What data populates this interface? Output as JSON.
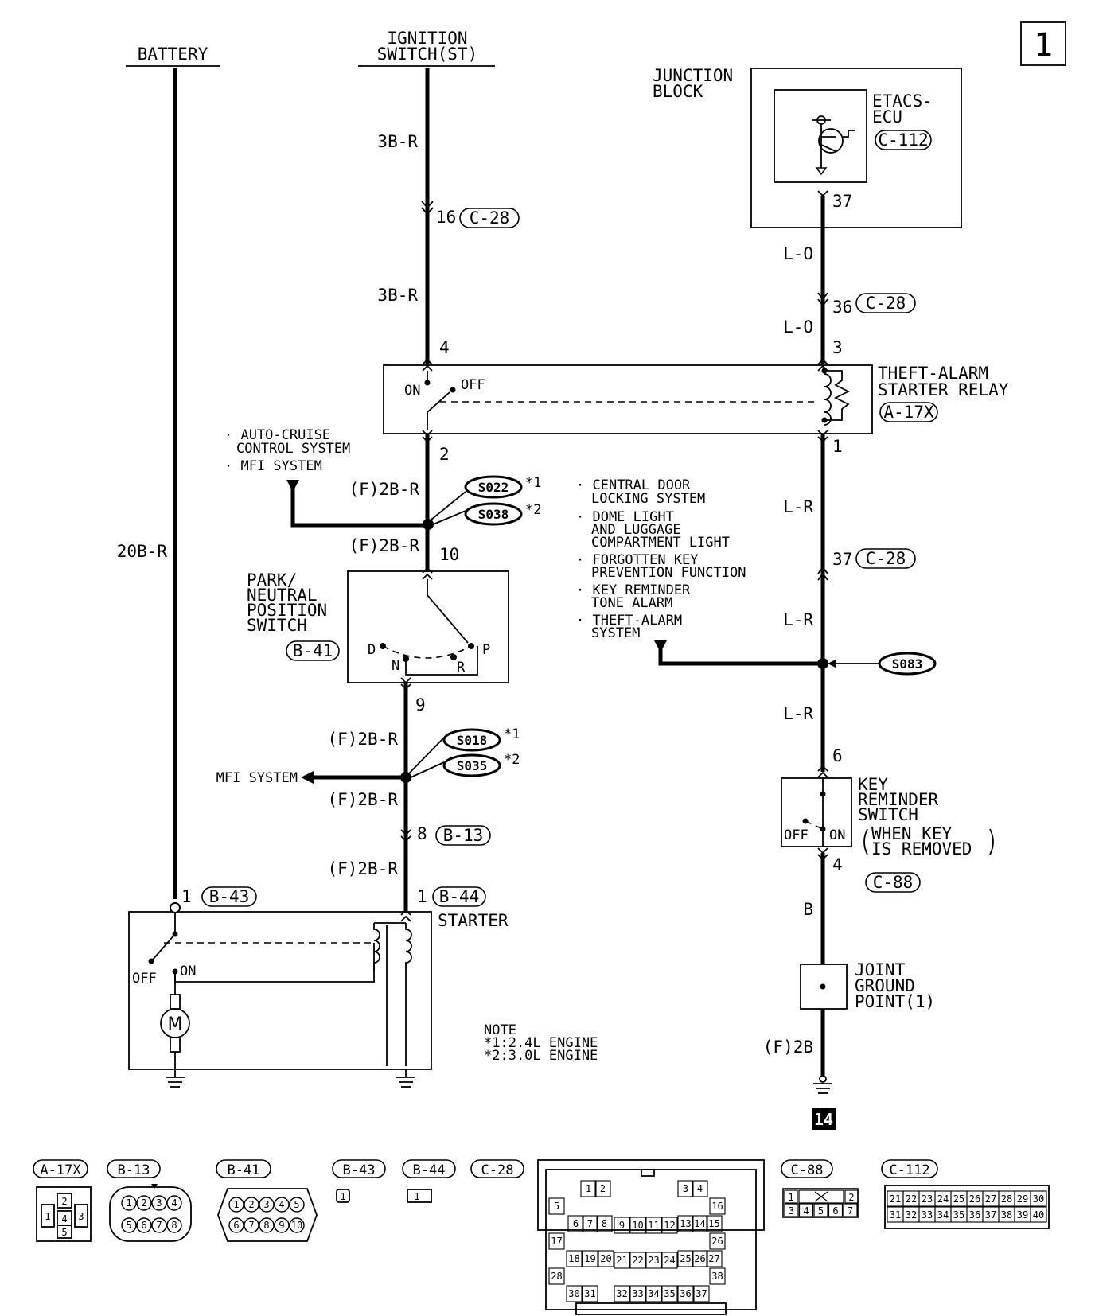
{
  "page_number": "1",
  "sources": {
    "battery": "BATTERY",
    "ignition_l1": "IGNITION",
    "ignition_l2": "SWITCH(ST)"
  },
  "junction": {
    "l1": "JUNCTION",
    "l2": "BLOCK",
    "ecu_l1": "ETACS-",
    "ecu_l2": "ECU",
    "ecu_conn": "C-112",
    "pin": "37"
  },
  "wires": {
    "ign_top": "3B-R",
    "ign_mid": "3B-R",
    "batt": "20B-R",
    "r_top": "L-O",
    "r_mid": "L-O",
    "r1": "L-R",
    "r2": "L-R",
    "r3": "L-R",
    "f1": "(F)2B-R",
    "f2": "(F)2B-R",
    "f3": "(F)2B-R",
    "f4": "(F)2B-R",
    "f5": "(F)2B-R",
    "b": "B",
    "gnd": "(F)2B"
  },
  "pins": {
    "p16": "16",
    "c28a": "C-28",
    "p36": "36",
    "c28b": "C-28",
    "p4": "4",
    "p3": "3",
    "p2": "2",
    "p1": "1",
    "p10": "10",
    "p37": "37",
    "c28c": "C-28",
    "p9": "9",
    "p8": "8",
    "b13": "B-13",
    "p6": "6",
    "p4b": "4",
    "c88": "C-88",
    "p1a": "1",
    "b43": "B-43",
    "p1b": "1",
    "b44": "B-44"
  },
  "relay": {
    "l1": "THEFT-ALARM",
    "l2": "STARTER RELAY",
    "conn": "A-17X",
    "on": "ON",
    "off": "OFF"
  },
  "branch1": {
    "l1": "· AUTO-CRUISE",
    "l2": "CONTROL SYSTEM",
    "l3": "· MFI SYSTEM"
  },
  "splices": {
    "s022": "S022",
    "s038": "S038",
    "s018": "S018",
    "s035": "S035",
    "s083": "S083",
    "m1": "*1",
    "m2": "*2",
    "m3": "*1",
    "m4": "*2"
  },
  "pnswitch": {
    "l1": "PARK/",
    "l2": "NEUTRAL",
    "l3": "POSITION",
    "l4": "SWITCH",
    "conn": "B-41",
    "d": "D",
    "n": "N",
    "r": "R",
    "p": "P"
  },
  "systems": {
    "a1": "· CENTRAL DOOR",
    "a2": "LOCKING SYSTEM",
    "b1": "· DOME LIGHT",
    "b2": "AND LUGGAGE",
    "b3": "COMPARTMENT LIGHT",
    "c1": "· FORGOTTEN KEY",
    "c2": "PREVENTION FUNCTION",
    "d1": "· KEY REMINDER",
    "d2": "TONE ALARM",
    "e1": "· THEFT-ALARM",
    "e2": "SYSTEM"
  },
  "mfi": "MFI SYSTEM",
  "keysw": {
    "l1": "KEY",
    "l2": "REMINDER",
    "l3": "SWITCH",
    "w1": "WHEN KEY",
    "w2": "IS REMOVED",
    "off": "OFF",
    "on": "ON"
  },
  "starter": {
    "label": "STARTER",
    "off": "OFF",
    "on": "ON",
    "motor": "M"
  },
  "jgp": {
    "l1": "JOINT",
    "l2": "GROUND",
    "l3": "POINT(1)"
  },
  "note": {
    "l1": "NOTE",
    "l2": "*1:2.4L ENGINE",
    "l3": "*2:3.0L ENGINE"
  },
  "gnd_ref": "14",
  "connectors": {
    "a17x": {
      "name": "A-17X",
      "pins": [
        "2",
        "1",
        "4",
        "3",
        "5"
      ]
    },
    "b13": {
      "name": "B-13",
      "pins": [
        "1",
        "2",
        "3",
        "4",
        "5",
        "6",
        "7",
        "8"
      ]
    },
    "b41": {
      "name": "B-41",
      "pins": [
        "1",
        "2",
        "3",
        "4",
        "5",
        "6",
        "7",
        "8",
        "9",
        "10"
      ]
    },
    "b43": {
      "name": "B-43",
      "pins": [
        "1"
      ]
    },
    "b44": {
      "name": "B-44",
      "pins": [
        "1"
      ]
    },
    "c28": {
      "name": "C-28",
      "pins": [
        "1",
        "2",
        "3",
        "4",
        "5",
        "16",
        "6",
        "7",
        "8",
        "9",
        "10",
        "11",
        "12",
        "13",
        "14",
        "15",
        "17",
        "26",
        "18",
        "19",
        "20",
        "21",
        "22",
        "23",
        "24",
        "25",
        "26",
        "27",
        "28",
        "38",
        "30",
        "31",
        "32",
        "33",
        "34",
        "35",
        "36",
        "37"
      ]
    },
    "c88": {
      "name": "C-88",
      "pins": [
        "1",
        "2",
        "3",
        "4",
        "5",
        "6",
        "7"
      ]
    },
    "c112": {
      "name": "C-112",
      "pins": [
        "21",
        "22",
        "23",
        "24",
        "25",
        "26",
        "27",
        "28",
        "29",
        "30",
        "31",
        "32",
        "33",
        "34",
        "35",
        "36",
        "37",
        "38",
        "39",
        "40"
      ]
    }
  }
}
